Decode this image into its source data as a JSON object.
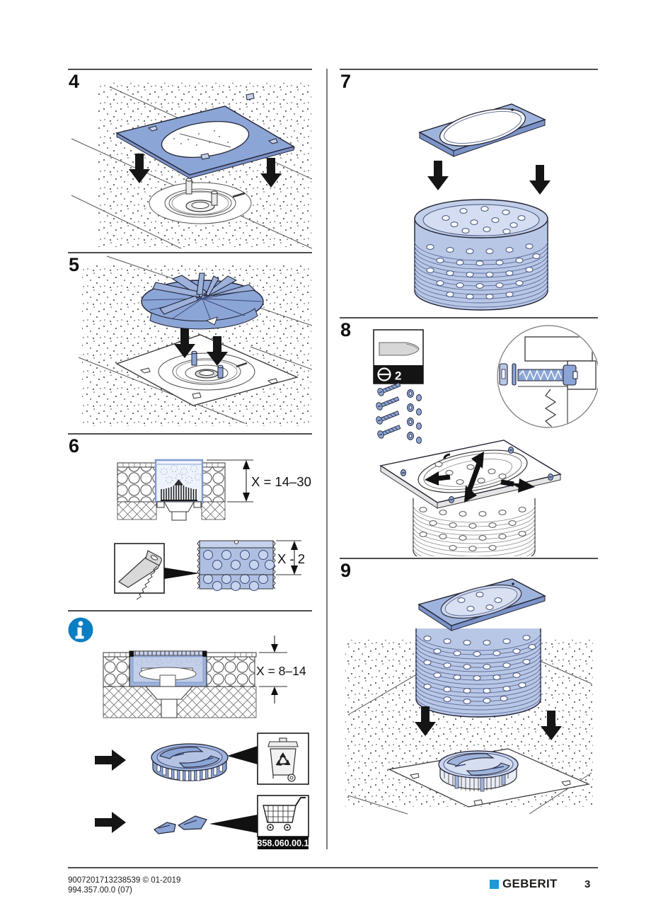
{
  "footer": {
    "doc_line1": "9007201713238539 © 01-2019",
    "doc_line2": "994.357.00.0 (07)",
    "brand": "GEBERIT",
    "page_number": "3"
  },
  "colors": {
    "part_blue": "#8ba5d6",
    "part_blue_light": "#b9c7e6",
    "info_blue": "#0b7dc2",
    "brand_blue": "#1a9bd7"
  },
  "steps": {
    "s4": {
      "number": "4"
    },
    "s5": {
      "number": "5"
    },
    "s6": {
      "number": "6",
      "dim_height": "X = 14–30",
      "dim_cut": "X - 2"
    },
    "s7": {
      "number": "7"
    },
    "s8": {
      "number": "8",
      "tool_drive": "slotted",
      "tool_size": "2"
    },
    "s9": {
      "number": "9"
    }
  },
  "info_note": {
    "dim_height": "X = 8–14",
    "part_number": "358.060.00.1"
  }
}
